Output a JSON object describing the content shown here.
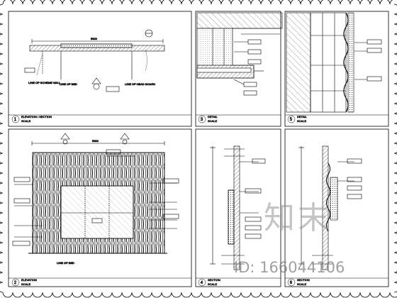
{
  "watermark": {
    "brand_text": "知末",
    "id_text": "ID: 166044106"
  },
  "panels": [
    {
      "number": "1",
      "title": "ELEVATION / SECTION",
      "sub": "SCALE"
    },
    {
      "number": "2",
      "title": "ELEVATION",
      "sub": "SCALE"
    },
    {
      "number": "3",
      "title": "DETAIL",
      "sub": "SCALE"
    },
    {
      "number": "4",
      "title": "SECTION",
      "sub": "SCALE"
    },
    {
      "number": "5",
      "title": "DETAIL",
      "sub": "SCALE"
    },
    {
      "number": "6",
      "title": "SECTION",
      "sub": "SCALE"
    }
  ],
  "dimension_labels": {
    "p1_top": "5600",
    "p2_top": "5600"
  },
  "plan_labels": {
    "left": "LINE OF SCHEME WALL",
    "mid": "LINE OF BED",
    "right": "LINE OF HEAD BOARD"
  },
  "colors": {
    "line": "#000000",
    "hatch": "#333333",
    "frame": "#000000"
  }
}
